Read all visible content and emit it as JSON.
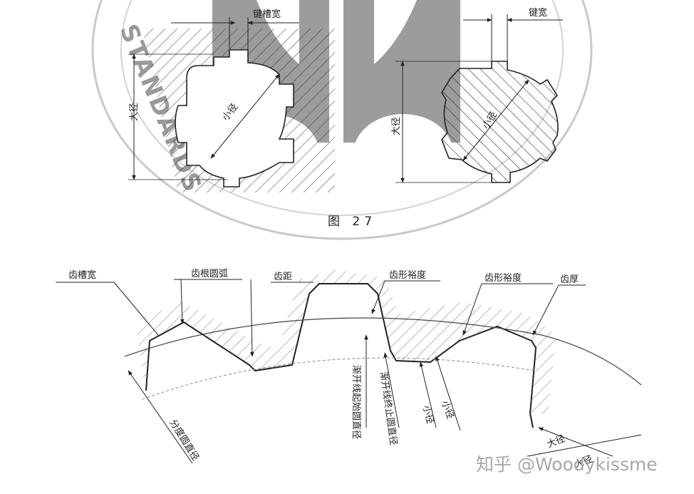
{
  "figure": {
    "caption": "图 27",
    "watermark": "STANDARDS"
  },
  "spline_labels": {
    "key_slot_width": "键槽宽",
    "key_width": "键宽",
    "major_diameter": "大径",
    "minor_diameter_left": "小径",
    "minor_diameter_right": "小径",
    "major_left": "大径"
  },
  "gear_labels": {
    "tooth_space_width": "齿槽宽",
    "root_fillet": "齿根圆弧",
    "tooth_thickness_mid": "齿距",
    "form_clearance_mid": "齿形裕度",
    "form_clearance_right": "齿形裕度",
    "tooth_thickness": "齿厚",
    "pitch_circle_diameter": "分度圆直径",
    "involute_start_diameter": "渐开线起始圆直径",
    "involute_end_diameter": "渐开线终止圆直径",
    "minor_diameter_a": "小径",
    "minor_diameter_b": "小径",
    "major_diameter_a": "大径",
    "major_diameter_b": "大径"
  },
  "credit": {
    "text": "知乎 @Woodykissme"
  }
}
